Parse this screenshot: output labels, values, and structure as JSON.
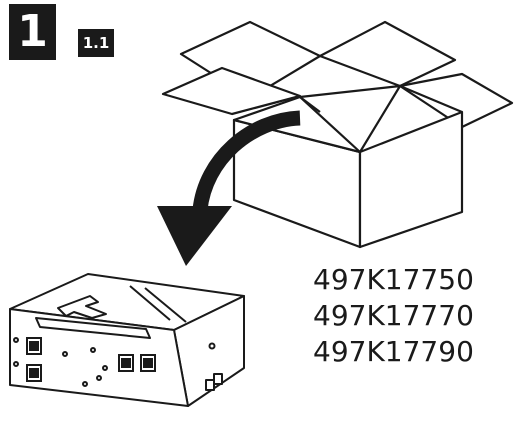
{
  "header": {
    "step_number": "1",
    "substep_number": "1.1"
  },
  "illustration": {
    "box": "open-shipping-box",
    "arrow": "curved-unpack-arrow",
    "module": "hardware-module"
  },
  "part_numbers": [
    "497K17750",
    "497K17770",
    "497K17790"
  ]
}
